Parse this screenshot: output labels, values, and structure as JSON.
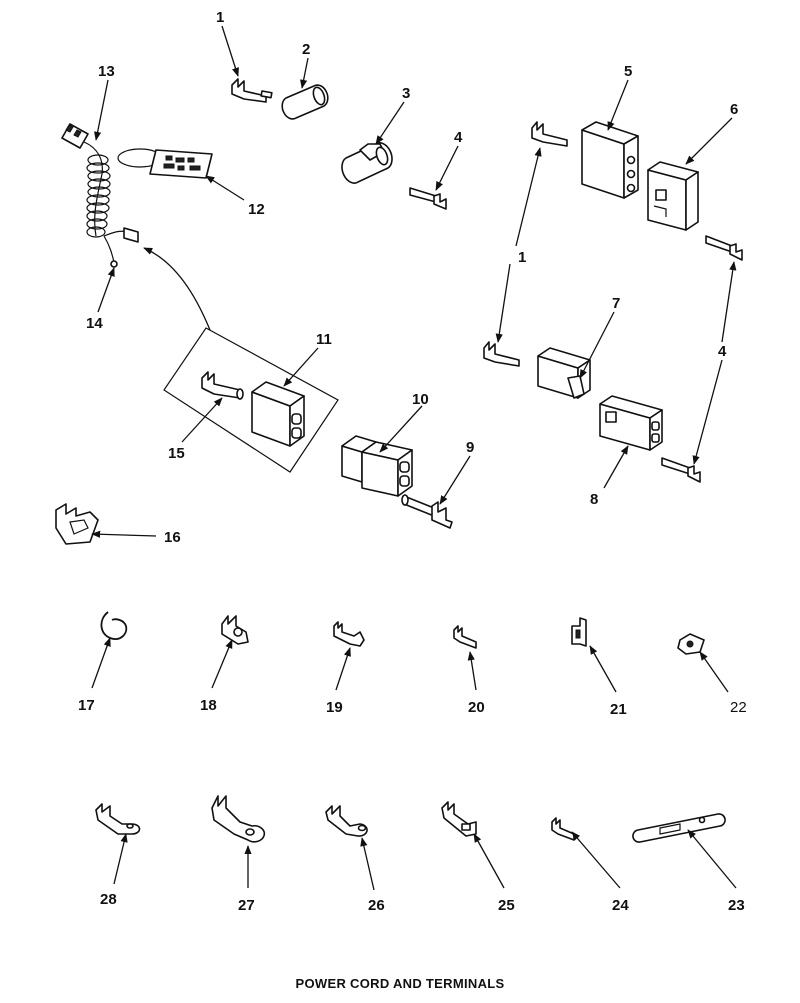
{
  "caption": "POWER CORD AND TERMINALS",
  "callouts": {
    "c1a": "1",
    "c2": "2",
    "c3": "3",
    "c4a": "4",
    "c5": "5",
    "c6": "6",
    "c13": "13",
    "c12": "12",
    "c14": "14",
    "c1b": "1",
    "c7": "7",
    "c4b": "4",
    "c11": "11",
    "c10": "10",
    "c9": "9",
    "c15": "15",
    "c8": "8",
    "c16": "16",
    "c17": "17",
    "c18": "18",
    "c19": "19",
    "c20": "20",
    "c21": "21",
    "c22": "22",
    "c28": "28",
    "c27": "27",
    "c26": "26",
    "c25": "25",
    "c24": "24",
    "c23": "23"
  }
}
